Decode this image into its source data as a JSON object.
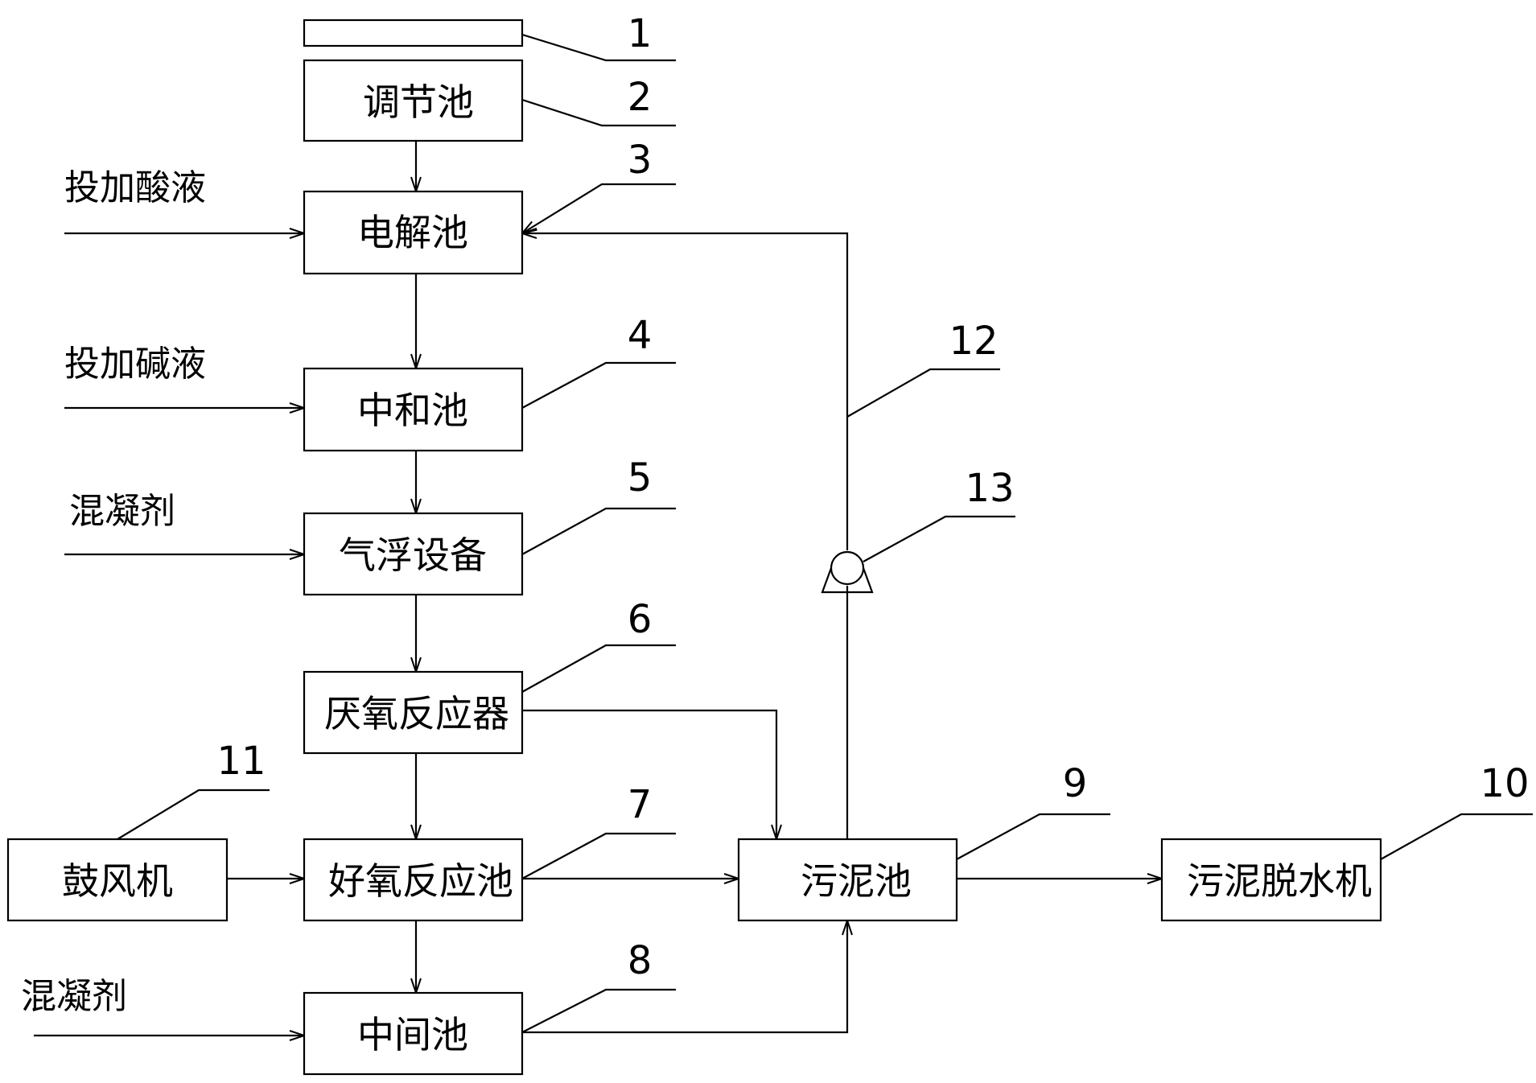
{
  "boxes": {
    "top_plate": "",
    "tiaojie": "调节池",
    "dianjie": "电解池",
    "zhonghe": "中和池",
    "qifu": "气浮设备",
    "yanyang": "厌氧反应器",
    "haoyang": "好氧反应池",
    "zhongjian": "中间池",
    "wuni": "污泥池",
    "tuoshui": "污泥脱水机",
    "gufeng": "鼓风机"
  },
  "inputs": {
    "acid": "投加酸液",
    "alkali": "投加碱液",
    "coagulant_1": "混凝剂",
    "coagulant_2": "混凝剂"
  },
  "callouts": {
    "n1": "1",
    "n2": "2",
    "n3": "3",
    "n4": "4",
    "n5": "5",
    "n6": "6",
    "n7": "7",
    "n8": "8",
    "n9": "9",
    "n10": "10",
    "n11": "11",
    "n12": "12",
    "n13": "13"
  }
}
